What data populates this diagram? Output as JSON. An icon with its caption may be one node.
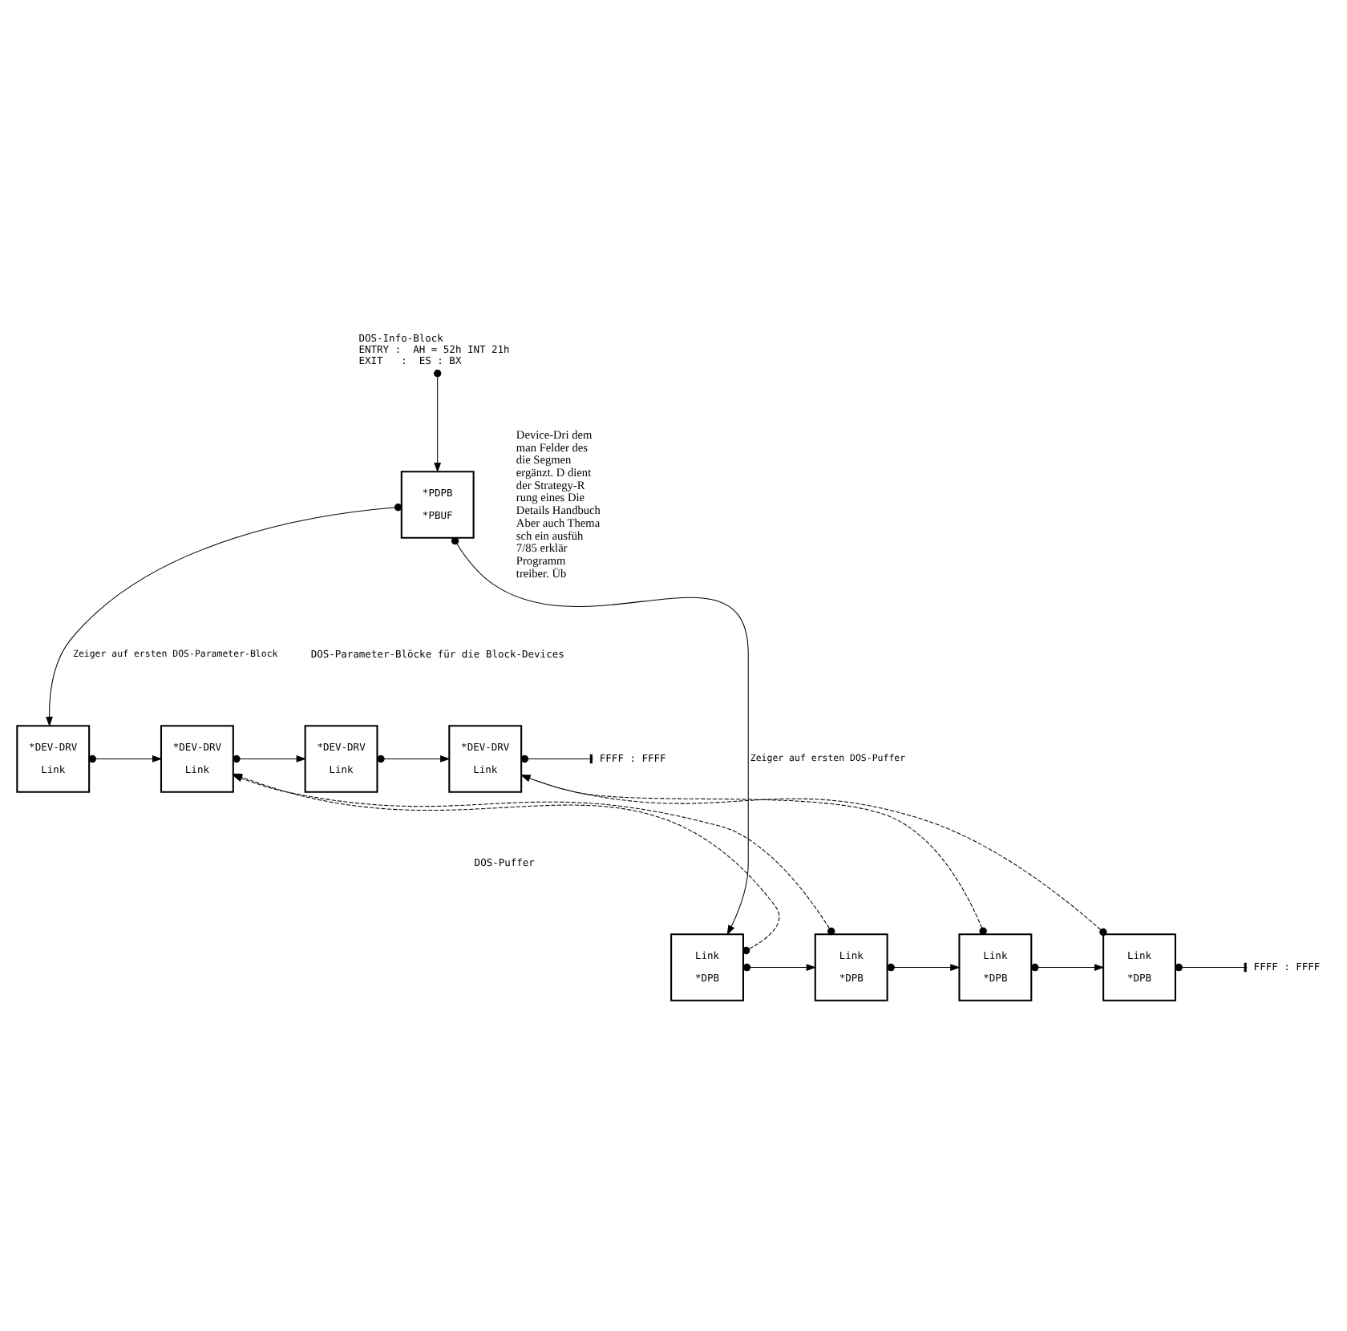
{
  "diagram": {
    "nodes": [
      {
        "text": [
          "DOS-Info-Block",
          "ENTRY :  AH = 52h INT 21h",
          "EXIT   :  ES : BX"
        ]
      },
      {
        "text": [
          "*PDPB",
          "*PBUF"
        ]
      },
      {
        "text": [
          "*DEV-DRV",
          "Link"
        ]
      },
      {
        "text": [
          "*DEV-DRV",
          "Link"
        ]
      },
      {
        "text": [
          "*DEV-DRV",
          "Link"
        ]
      },
      {
        "text": [
          "*DEV-DRV",
          "Link"
        ]
      },
      {
        "text": [
          "FFFF : FFFF"
        ]
      },
      {
        "text": [
          "Link",
          "*DPB"
        ]
      },
      {
        "text": [
          "Link",
          "*DPB"
        ]
      },
      {
        "text": [
          "Link",
          "*DPB"
        ]
      },
      {
        "text": [
          "Link",
          "*DPB"
        ]
      },
      {
        "text": [
          "FFFF : FFFF"
        ]
      }
    ],
    "edges": [
      {
        "from": 0,
        "to": 1,
        "arrow": "to"
      },
      {
        "from": 1,
        "to": 2,
        "arrow": "to",
        "label": "Zeiger auf ersten DOS-Parameter-Block"
      },
      {
        "from": 1,
        "to": 7,
        "arrow": "to",
        "label": "Zeiger auf ersten DOS-Puffer"
      },
      {
        "from": 2,
        "to": 3,
        "arrow": "to"
      },
      {
        "from": 3,
        "to": 4,
        "arrow": "to"
      },
      {
        "from": 4,
        "to": 5,
        "arrow": "to"
      },
      {
        "from": 5,
        "to": 6,
        "arrow": "other"
      },
      {
        "from": 7,
        "to": 8,
        "arrow": "to"
      },
      {
        "from": 8,
        "to": 9,
        "arrow": "to"
      },
      {
        "from": 9,
        "to": 10,
        "arrow": "to"
      },
      {
        "from": 10,
        "to": 11,
        "arrow": "other"
      },
      {
        "from": 7,
        "to": 3,
        "arrow": "to",
        "style": "dashed"
      },
      {
        "from": 8,
        "to": 3,
        "arrow": "to",
        "style": "dashed"
      },
      {
        "from": 9,
        "to": 5,
        "arrow": "to",
        "style": "dashed"
      },
      {
        "from": 10,
        "to": 5,
        "arrow": "to",
        "style": "dashed"
      }
    ],
    "labels": [
      "DOS-Parameter-Blöcke für die Block-Devices",
      "DOS-Puffer",
      "Device-Dri dem man Felder des die Segmen ergänzt. D dient der Strategy-R rung eines Die Details Handbuch Aber auch Thema sch ein ausfüh 7/85 erklär Programm treiber. Üb"
    ]
  }
}
